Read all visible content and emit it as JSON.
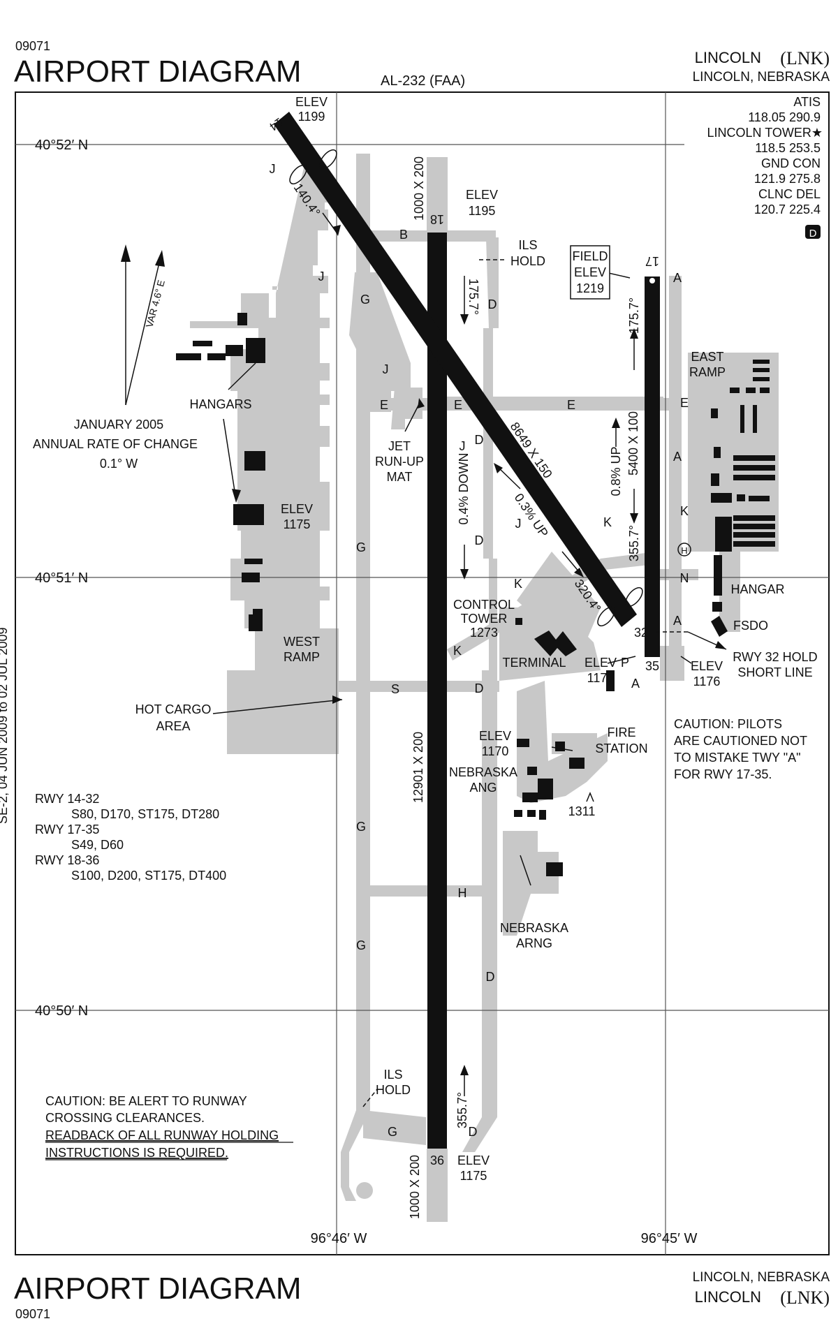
{
  "header": {
    "number": "09071",
    "title": "AIRPORT DIAGRAM",
    "chart_id": "AL-232 (FAA)",
    "airport_name": "LINCOLN",
    "airport_code": "(LNK)",
    "location": "LINCOLN, NEBRASKA"
  },
  "footer": {
    "number": "09071",
    "title": "AIRPORT DIAGRAM",
    "location": "LINCOLN, NEBRASKA",
    "airport_name": "LINCOLN",
    "airport_code": "(LNK)"
  },
  "frequencies": {
    "atis_label": "ATIS",
    "atis": "118.05  290.9",
    "tower_label": "LINCOLN TOWER★",
    "tower": "118.5  253.5",
    "gnd_label": "GND CON",
    "gnd": "121.9  275.8",
    "clnc_label": "CLNC DEL",
    "clnc": "120.7  225.4",
    "airspace": "D"
  },
  "grid": {
    "lat_52": "40°52′ N",
    "lat_51": "40°51′ N",
    "lat_50": "40°50′ N",
    "lon_46": "96°46′ W",
    "lon_45": "96°45′ W"
  },
  "variation": {
    "var": "VAR 4.6° E",
    "date": "JANUARY 2005",
    "rate_label": "ANNUAL RATE OF CHANGE",
    "rate": "0.1° W"
  },
  "runways": {
    "r14_label": "14",
    "r32_label": "32",
    "r18_label": "18",
    "r36_label": "36",
    "r17_label": "17",
    "r35_label": "35",
    "r14_dims": "8649 X 150",
    "r14_hdg": "140.4°",
    "r32_hdg": "320.4°",
    "r14_grad": "0.3% UP",
    "r18_dims": "12901 X 200",
    "r18_hdg": "175.7°",
    "r36_hdg": "355.7°",
    "r18_grad": "0.4% DOWN",
    "r18_ext_n": "1000 X 200",
    "r36_ext_s": "1000 X 200",
    "r17_dims": "5400 X 100",
    "r17_hdg": "175.7°",
    "r35_hdg": "355.7°",
    "r17_grad": "0.8% UP"
  },
  "labels": {
    "elev_word": "ELEV",
    "elev_1199": "1199",
    "elev_1195": "1195",
    "elev_1175_w": "1175",
    "elev_1177": "1177",
    "elev_1176": "1176",
    "elev_1170": "1170",
    "elev_1175_s": "1175",
    "field_elev_1": "FIELD",
    "field_elev_2": "ELEV",
    "field_elev_3": "1219",
    "ils_hold_1": "ILS",
    "ils_hold_2": "HOLD",
    "hangars": "HANGARS",
    "jet_1": "JET",
    "jet_2": "RUN-UP",
    "jet_3": "MAT",
    "east_1": "EAST",
    "east_2": "RAMP",
    "west_1": "WEST",
    "west_2": "RAMP",
    "tower_1": "CONTROL",
    "tower_2": "TOWER",
    "tower_3": "1273",
    "terminal": "TERMINAL",
    "hangar": "HANGAR",
    "fsdo": "FSDO",
    "hold_1": "RWY 32 HOLD",
    "hold_2": "SHORT LINE",
    "cargo_1": "HOT CARGO",
    "cargo_2": "AREA",
    "fire_1": "FIRE",
    "fire_2": "STATION",
    "ang_1": "NEBRASKA",
    "ang_2": "ANG",
    "arng_1": "NEBRASKA",
    "arng_2": "ARNG",
    "obst": "1311",
    "heli": "H"
  },
  "taxiways": {
    "a": "A",
    "b": "B",
    "d": "D",
    "e": "E",
    "g": "G",
    "h": "H",
    "j": "J",
    "k": "K",
    "n": "N",
    "p": "P",
    "s": "S"
  },
  "notes": {
    "caution_twy_1": "CAUTION: PILOTS",
    "caution_twy_2": "ARE CAUTIONED NOT",
    "caution_twy_3": "TO MISTAKE TWY \"A\"",
    "caution_twy_4": "FOR RWY 17-35.",
    "caution_rwy_1": "CAUTION:  BE ALERT TO RUNWAY",
    "caution_rwy_2": "CROSSING CLEARANCES.",
    "caution_rwy_3": "READBACK OF ALL RUNWAY HOLDING",
    "caution_rwy_4": "INSTRUCTIONS IS REQUIRED."
  },
  "strengths": [
    {
      "rwy": "RWY 14-32",
      "values": "S80, D170, ST175, DT280"
    },
    {
      "rwy": "RWY 17-35",
      "values": "S49, D60"
    },
    {
      "rwy": "RWY 18-36",
      "values": "S100, D200, ST175, DT400"
    }
  ],
  "side_text": "SE-2, 04 JUN 2009 to 02 JUL 2009"
}
